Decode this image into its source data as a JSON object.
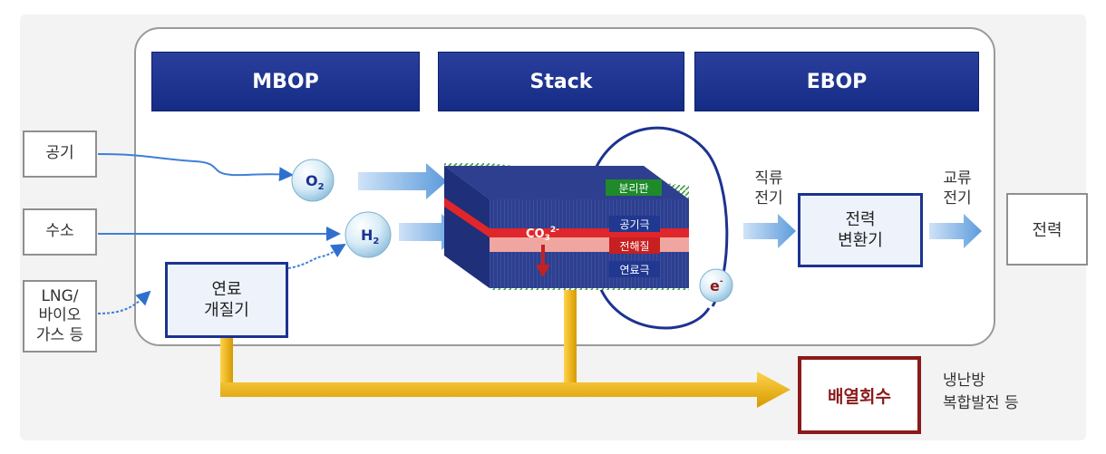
{
  "headers": {
    "mbop": "MBOP",
    "stack": "Stack",
    "ebop": "EBOP"
  },
  "inputs": {
    "air": "공기",
    "hydrogen": "수소",
    "lng": "LNG/\n바이오\n가스 등"
  },
  "reformer": "연료\n개질기",
  "molecules": {
    "o2_base": "O",
    "o2_sub": "2",
    "h2_base": "H",
    "h2_sub": "2"
  },
  "stack": {
    "separator": "분리판",
    "cathode": "공기극",
    "electrolyte": "전해질",
    "anode": "연료극",
    "ion_base": "CO",
    "ion_sub": "3",
    "ion_sup": "2-"
  },
  "electron": {
    "base": "e",
    "sup": "-"
  },
  "dc_label": "직류\n전기",
  "converter": "전력\n변환기",
  "ac_label": "교류\n전기",
  "output": "전력",
  "heat_recovery": "배열회수",
  "heat_note": [
    "냉난방",
    "복합발전 등"
  ],
  "colors": {
    "header_blue": "#1c3390",
    "accent_red": "#8b1a1a",
    "pipe_gold": "#e8a800",
    "arrow_blue": "#6aa6e0"
  }
}
